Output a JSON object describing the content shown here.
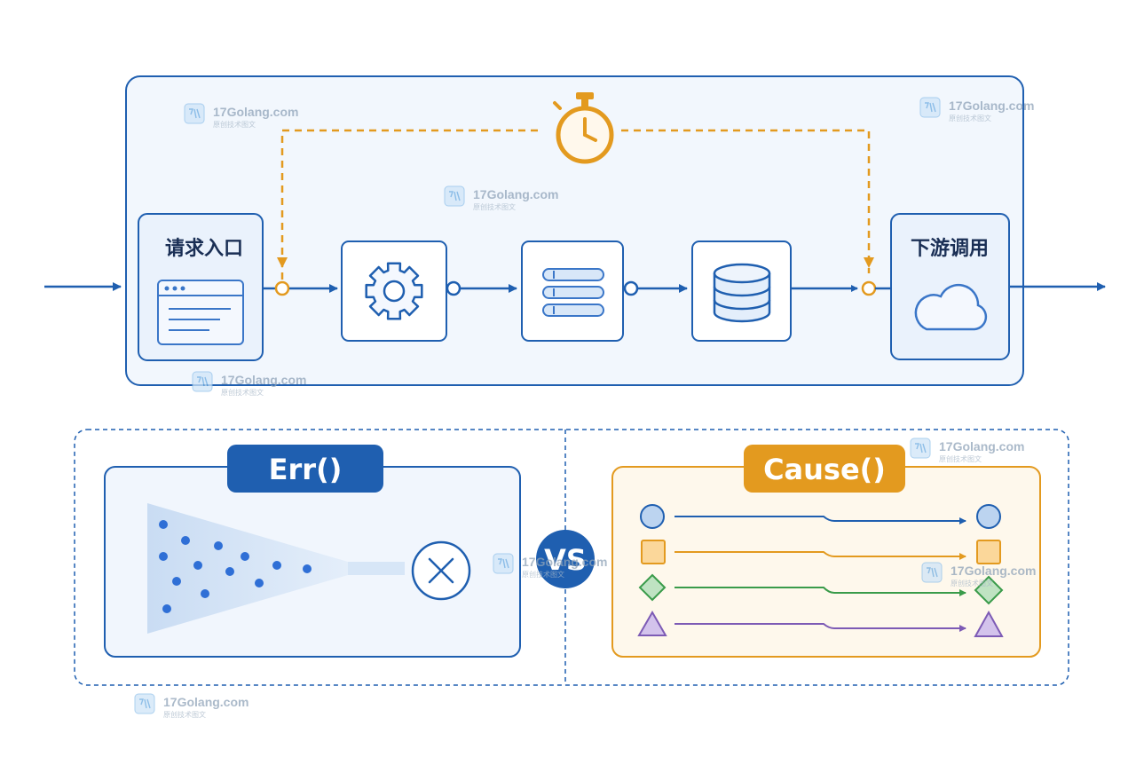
{
  "colors": {
    "blue": "#1f5fb0",
    "blue_light": "#eef4fc",
    "orange": "#e39a1f",
    "orange_light": "#fef7ea",
    "green": "#3a9b4a",
    "purple": "#7d5bb5",
    "dot": "#2f6fd6"
  },
  "pipeline": {
    "entry_label": "请求入口",
    "downstream_label": "下游调用",
    "icons": [
      "browser-window-icon",
      "gear-icon",
      "list-icon",
      "database-icon",
      "cloud-icon",
      "stopwatch-icon"
    ]
  },
  "comparison": {
    "err_label": "Err()",
    "vs_label": "VS",
    "cause_label": "Cause()",
    "err_icon": "close-icon",
    "cause_shapes": [
      "circle",
      "square",
      "diamond",
      "triangle"
    ]
  },
  "watermarks": [
    {
      "name": "17Golang.com",
      "sub": "原创技术图文"
    },
    {
      "name": "17Golang.com",
      "sub": "原创技术图文"
    },
    {
      "name": "17Golang.com",
      "sub": "原创技术图文"
    },
    {
      "name": "17Golang.com",
      "sub": "原创技术图文"
    },
    {
      "name": "17Golang.com",
      "sub": "原创技术图文"
    },
    {
      "name": "17Golang.com",
      "sub": "原创技术图文"
    },
    {
      "name": "17Golang.com",
      "sub": "原创技术图文"
    },
    {
      "name": "17Golang.com",
      "sub": "原创技术图文"
    }
  ]
}
